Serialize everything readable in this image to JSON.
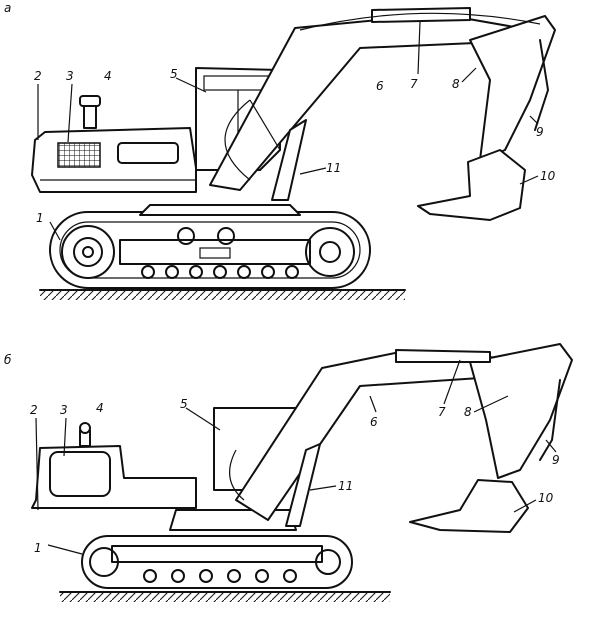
{
  "figure": {
    "panels": [
      {
        "letter": "а",
        "callouts": [
          "1",
          "2",
          "3",
          "4",
          "5",
          "6",
          "7",
          "8",
          "9",
          "10",
          "11"
        ]
      },
      {
        "letter": "б",
        "callouts": [
          "1",
          "2",
          "3",
          "4",
          "5",
          "6",
          "7",
          "8",
          "9",
          "10",
          "11"
        ]
      }
    ]
  },
  "colors": {
    "ink": "#111111",
    "paper": "#ffffff"
  }
}
